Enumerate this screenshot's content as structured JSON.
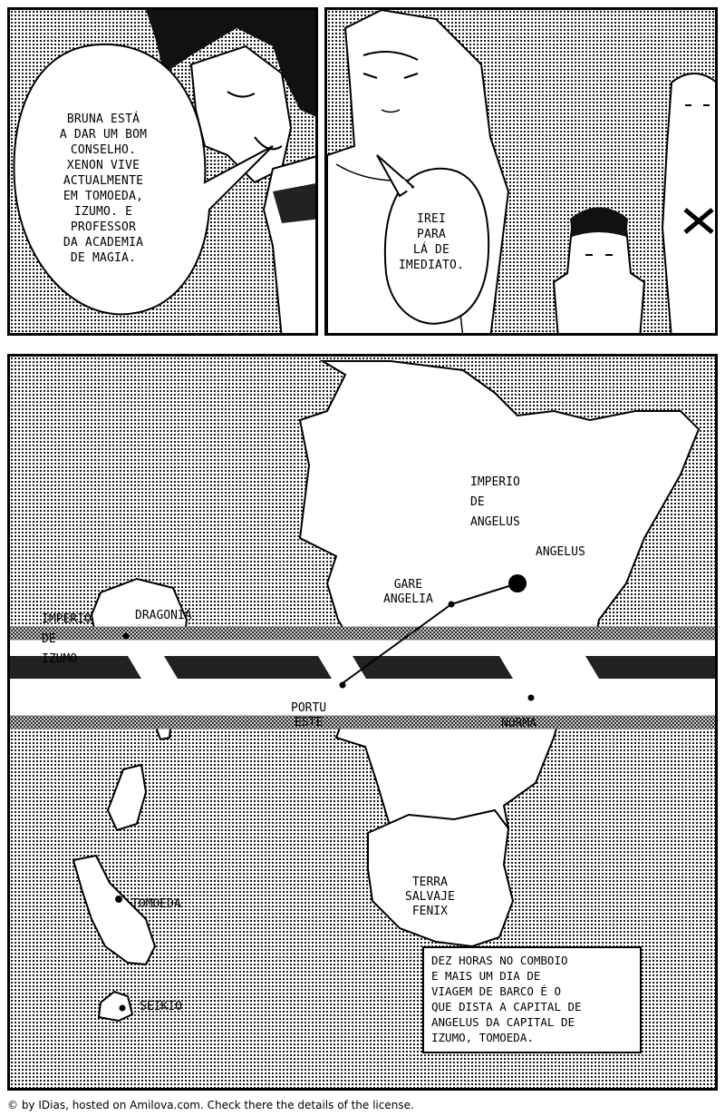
{
  "panel1": {
    "speech": "BRUNA ESTÁ\nA DAR UM BOM\nCONSELHO.\nXENON VIVE\nACTUALMENTE\nEM TOMOEDA,\nIZUMO. E\nPROFESSOR\nDA ACADEMIA\nDE MAGIA."
  },
  "panel2": {
    "speech": "IREI\nPARA\nLÁ DE\nIMEDIATO."
  },
  "map": {
    "regions": {
      "izumo_vertical": "IMPERIO DE IZUMO",
      "angelus_vertical": "IMPERIO DE ANGELUS"
    },
    "places": {
      "angelus": "ANGELUS",
      "gare_angelia": "GARE\nANGELIA",
      "dragonia": "DRAGONIA",
      "portu_este": "PORTU\nESTE",
      "norma": "NORMA",
      "terra_salvaje": "TERRA\nSALVAJE\nFENIX",
      "tomoeda": "TOMOEDA",
      "seikio": "SEIKIO"
    },
    "caption": "DEZ HORAS NO COMBOIO\nE MAIS UM DIA DE\nVIAGEM DE BARCO É O\nQUE DISTA A CAPITAL DE\nANGELUS DA CAPITAL DE\nIZUMO, TOMOEDA."
  },
  "footer": {
    "credit": "© by IDias, hosted on Amilova.com. Check there the details of the license."
  }
}
